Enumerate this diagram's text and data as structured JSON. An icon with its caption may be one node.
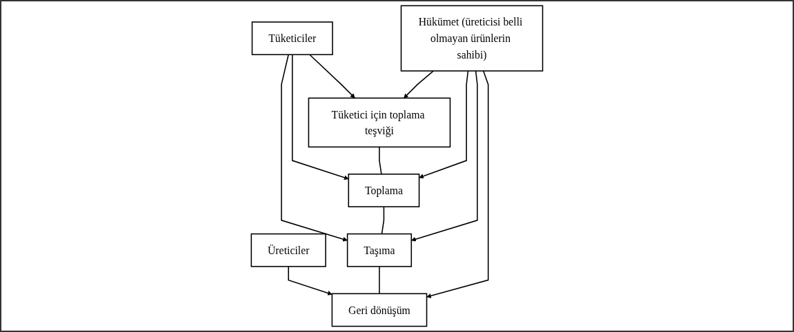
{
  "diagram": {
    "nodes": [
      {
        "text": [
          "Tüketiciler"
        ]
      },
      {
        "text": [
          "Üreticiler"
        ]
      },
      {
        "text": [
          "Tüketici için toplama teşviği"
        ]
      },
      {
        "text": [
          "Toplama"
        ]
      },
      {
        "text": [
          "Taşıma"
        ]
      },
      {
        "text": [
          "Geri dönüşüm"
        ]
      },
      {
        "text": [
          "Hükümet (üreticisi belli olmayan ürünlerin sahibi)"
        ]
      }
    ],
    "edges": [
      {
        "from": 0,
        "to": 2,
        "arrow": "to"
      },
      {
        "from": 0,
        "to": 3,
        "arrow": "to"
      },
      {
        "from": 0,
        "to": 4,
        "arrow": "to"
      },
      {
        "from": 1,
        "to": 5,
        "arrow": "to"
      },
      {
        "from": 2,
        "to": 3,
        "arrow": "none"
      },
      {
        "from": 3,
        "to": 4,
        "arrow": "none"
      },
      {
        "from": 4,
        "to": 5,
        "arrow": "none"
      },
      {
        "from": 6,
        "to": 2,
        "arrow": "to"
      },
      {
        "from": 6,
        "to": 3,
        "arrow": "to"
      },
      {
        "from": 6,
        "to": 4,
        "arrow": "to"
      },
      {
        "from": 6,
        "to": 5,
        "arrow": "to"
      }
    ]
  }
}
